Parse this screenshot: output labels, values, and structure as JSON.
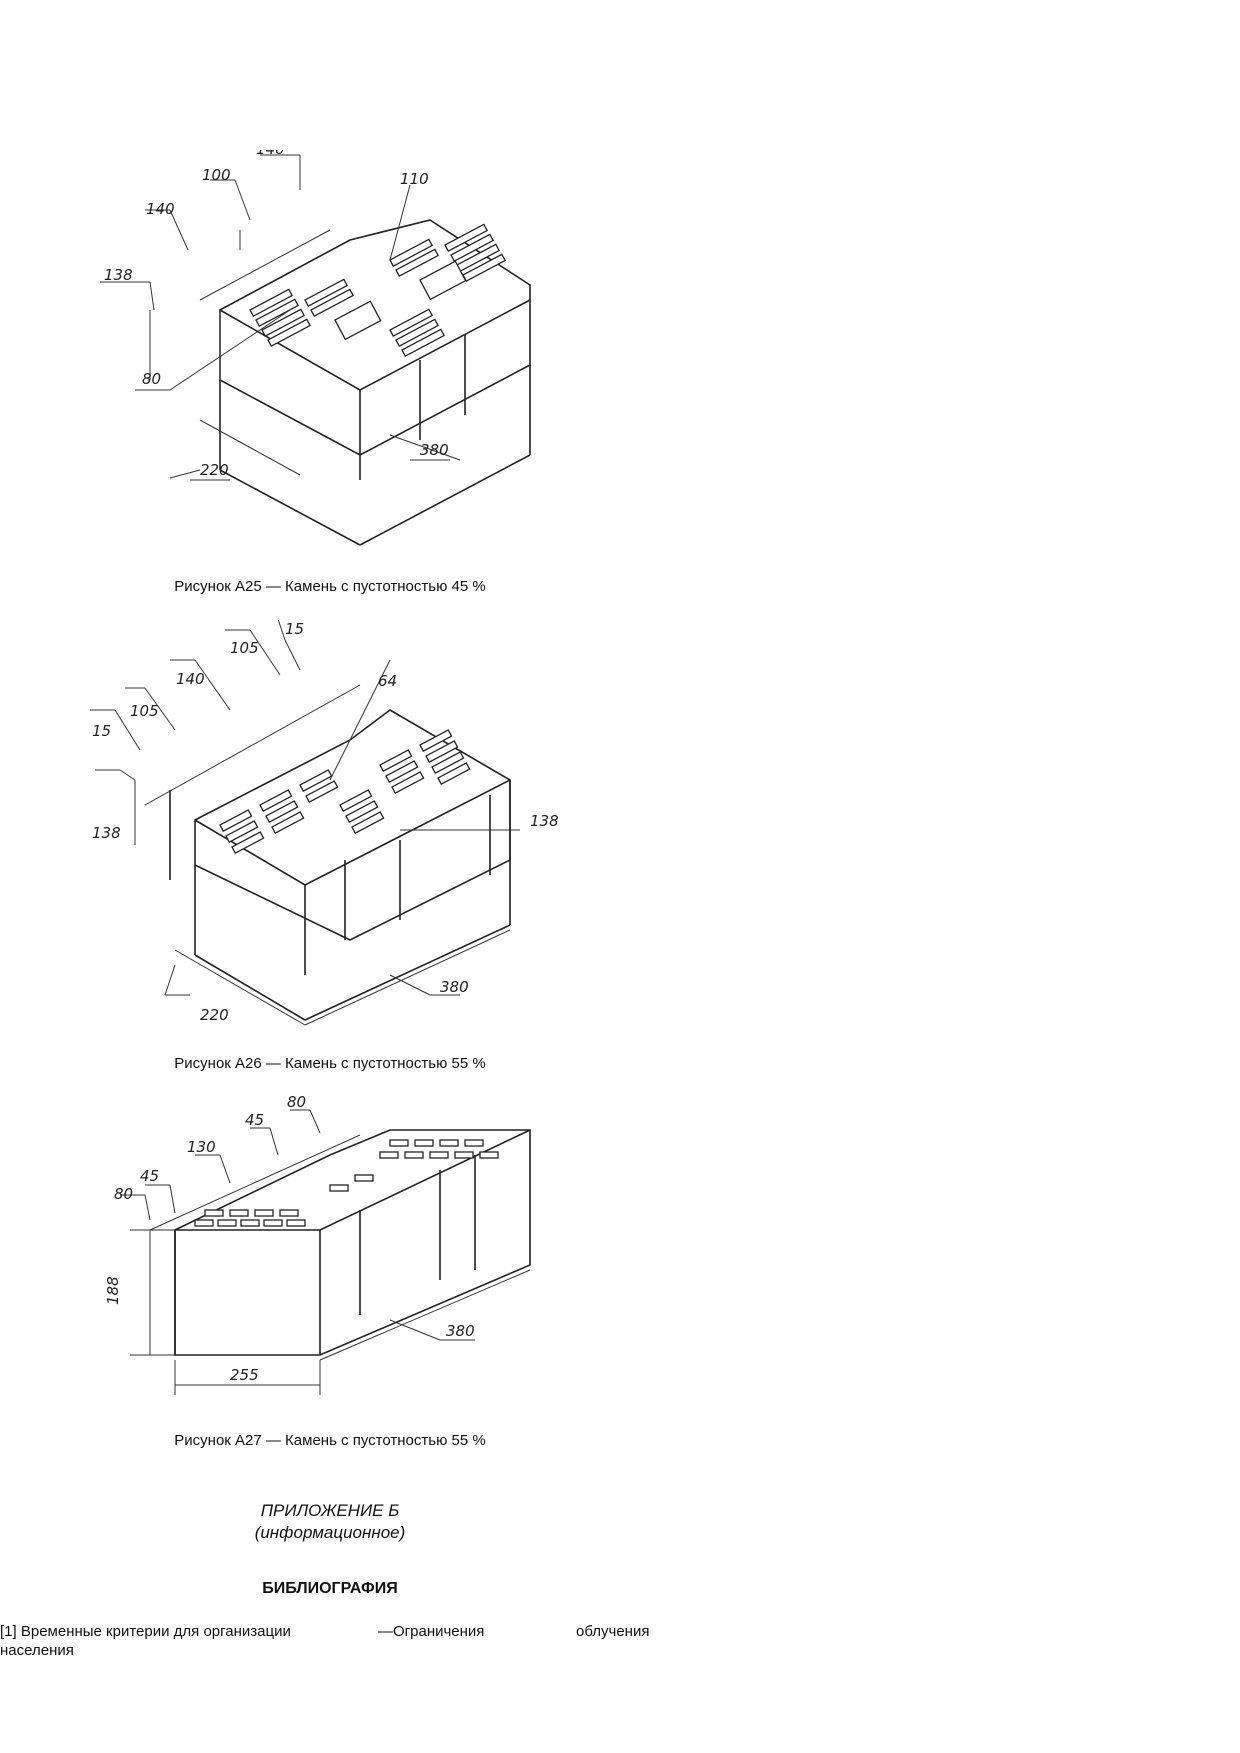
{
  "figures": [
    {
      "caption": "Рисунок А25 — Камень с пустотностью 45 %",
      "dims": {
        "d1": "140",
        "d2": "100",
        "d3": "140",
        "d4": "110",
        "d5": "138",
        "d6": "80",
        "d7": "220",
        "d8": "380"
      }
    },
    {
      "caption": "Рисунок А26 — Камень с пустотностью 55 %",
      "dims": {
        "d1": "15",
        "d2": "105",
        "d3": "140",
        "d4": "105",
        "d5": "15",
        "d6": "64",
        "d7": "138",
        "d8": "138",
        "d9": "220",
        "d10": "380"
      }
    },
    {
      "caption": "Рисунок А27 — Камень с пустотностью 55 %",
      "dims": {
        "d1": "80",
        "d2": "45",
        "d3": "130",
        "d4": "45",
        "d5": "80",
        "d6": "188",
        "d7": "255",
        "d8": "380"
      }
    }
  ],
  "appendix": {
    "line1": "ПРИЛОЖЕНИЕ Б",
    "line2": "(информационное)"
  },
  "bibliography": {
    "heading": "БИБЛИОГРАФИЯ",
    "entry1": {
      "part1": "[1] Временные критерии для организации",
      "part2": "—Ограничения",
      "part3": "облучения",
      "part4": "населения"
    }
  }
}
